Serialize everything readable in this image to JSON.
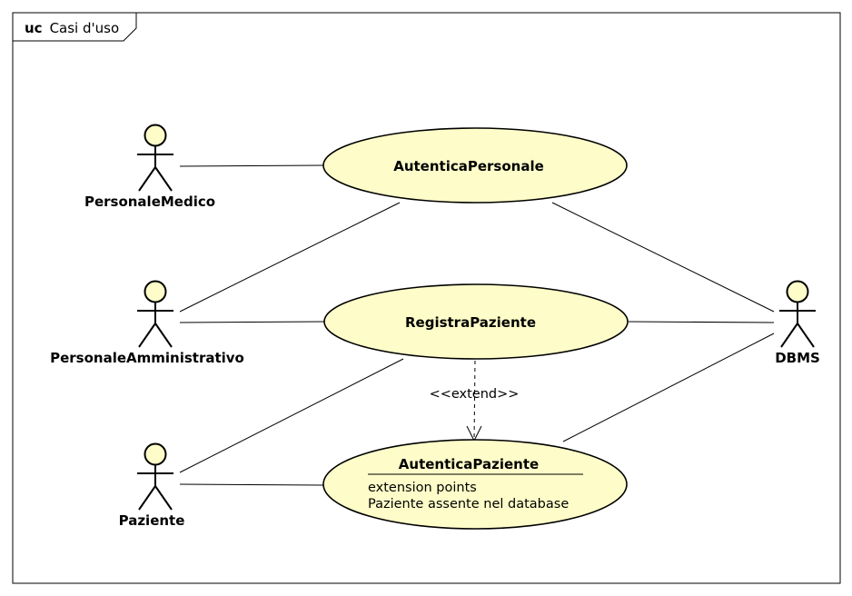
{
  "frame": {
    "kind": "uc",
    "name": "Casi d'uso"
  },
  "colors": {
    "usecase_fill": "#fefdc9",
    "actor_fill": "#fefdc9",
    "stroke": "#000000"
  },
  "actors": {
    "personale_medico": "PersonaleMedico",
    "personale_amministrativo": "PersonaleAmministrativo",
    "paziente": "Paziente",
    "dbms": "DBMS"
  },
  "use_cases": {
    "autentica_personale": "AutenticaPersonale",
    "registra_paziente": "RegistraPaziente",
    "autentica_paziente": {
      "name": "AutenticaPaziente",
      "extension_points_title": "extension points",
      "extension_point": "Paziente assente nel database"
    }
  },
  "relations": {
    "extend_label": "<<extend>>"
  }
}
